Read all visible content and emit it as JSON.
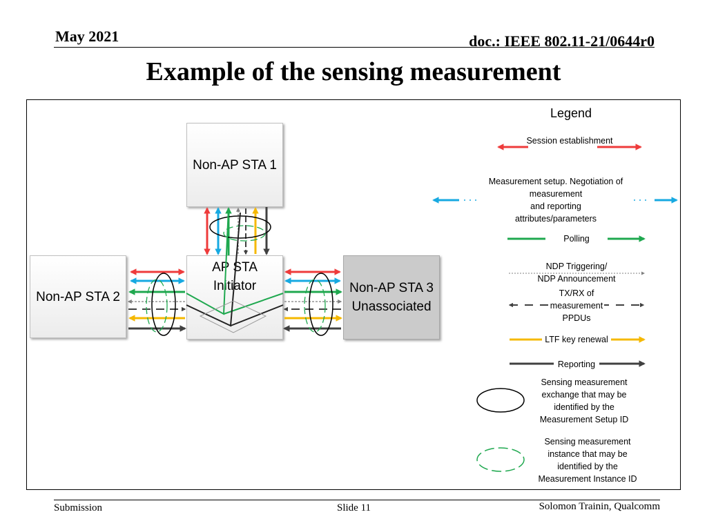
{
  "header": {
    "date": "May 2021",
    "doc": "doc.: IEEE 802.11-21/0644r0"
  },
  "title": "Example of the sensing measurement",
  "nodes": {
    "sta1": "Non-AP STA 1",
    "sta2": "Non-AP STA 2",
    "initiator_line1": "AP STA",
    "initiator_line2": "Initiator",
    "sta3_line1": "Non-AP STA 3",
    "sta3_line2": "Unassociated"
  },
  "legend": {
    "title": "Legend",
    "session": "Session establishment",
    "setup_line1": "Measurement setup. Negotiation of",
    "setup_line2": "measurement",
    "setup_line3": "and reporting",
    "setup_line4": "attributes/parameters",
    "polling": "Polling",
    "ndp_line1": "NDP Triggering/",
    "ndp_line2": "NDP Announcement",
    "txrx_line1": "TX/RX of",
    "txrx_line2": "measurement",
    "txrx_line3": "PPDUs",
    "ltf": "LTF key renewal",
    "reporting": "Reporting",
    "exchange_line1": "Sensing measurement",
    "exchange_line2": "exchange that may be",
    "exchange_line3": "identified by the",
    "exchange_line4": "Measurement Setup ID",
    "instance_line1": "Sensing measurement",
    "instance_line2": "instance that may be",
    "instance_line3": "identified by the",
    "instance_line4": "Measurement Instance ID"
  },
  "colors": {
    "session": "#ee3b3b",
    "setup": "#17a9e1",
    "polling": "#1fa84f",
    "ndp": "#7f7f7f",
    "txrx": "#404040",
    "ltf": "#f5b800",
    "reporting": "#404040"
  },
  "footer": {
    "left": "Submission",
    "center": "Slide 11",
    "right": "Solomon Trainin, Qualcomm"
  }
}
